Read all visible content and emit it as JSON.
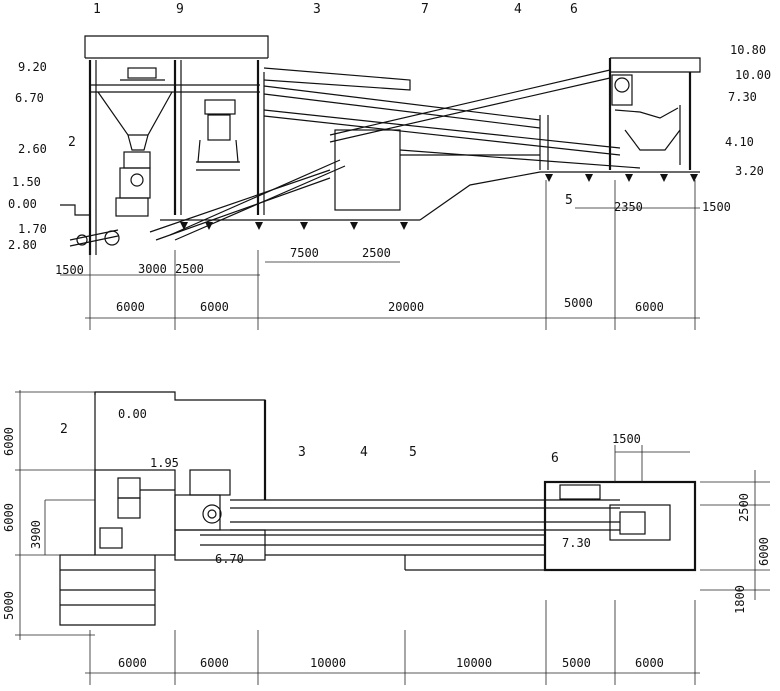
{
  "elevation_view": {
    "markers": [
      "1",
      "9",
      "3",
      "7",
      "4",
      "6",
      "2",
      "5"
    ],
    "levels": [
      "9.20",
      "6.70",
      "2.60",
      "1.50",
      "0.00",
      "1.70",
      "2.80",
      "10.80",
      "10.00",
      "7.30",
      "4.10",
      "3.20"
    ],
    "dims": [
      "1500",
      "3000",
      "2500",
      "7500",
      "2500",
      "2350",
      "1500"
    ],
    "bottom_dims": [
      "6000",
      "6000",
      "20000",
      "5000",
      "6000"
    ]
  },
  "plan_view": {
    "markers": [
      "2",
      "3",
      "4",
      "5",
      "6"
    ],
    "levels": [
      "0.00",
      "1.95",
      "6.70",
      "7.30"
    ],
    "left_dims": [
      "6000",
      "6000",
      "3900",
      "5000"
    ],
    "right_dims": [
      "1500",
      "2500",
      "6000",
      "1800"
    ],
    "bottom_dims": [
      "6000",
      "6000",
      "10000",
      "10000",
      "5000",
      "6000"
    ]
  }
}
